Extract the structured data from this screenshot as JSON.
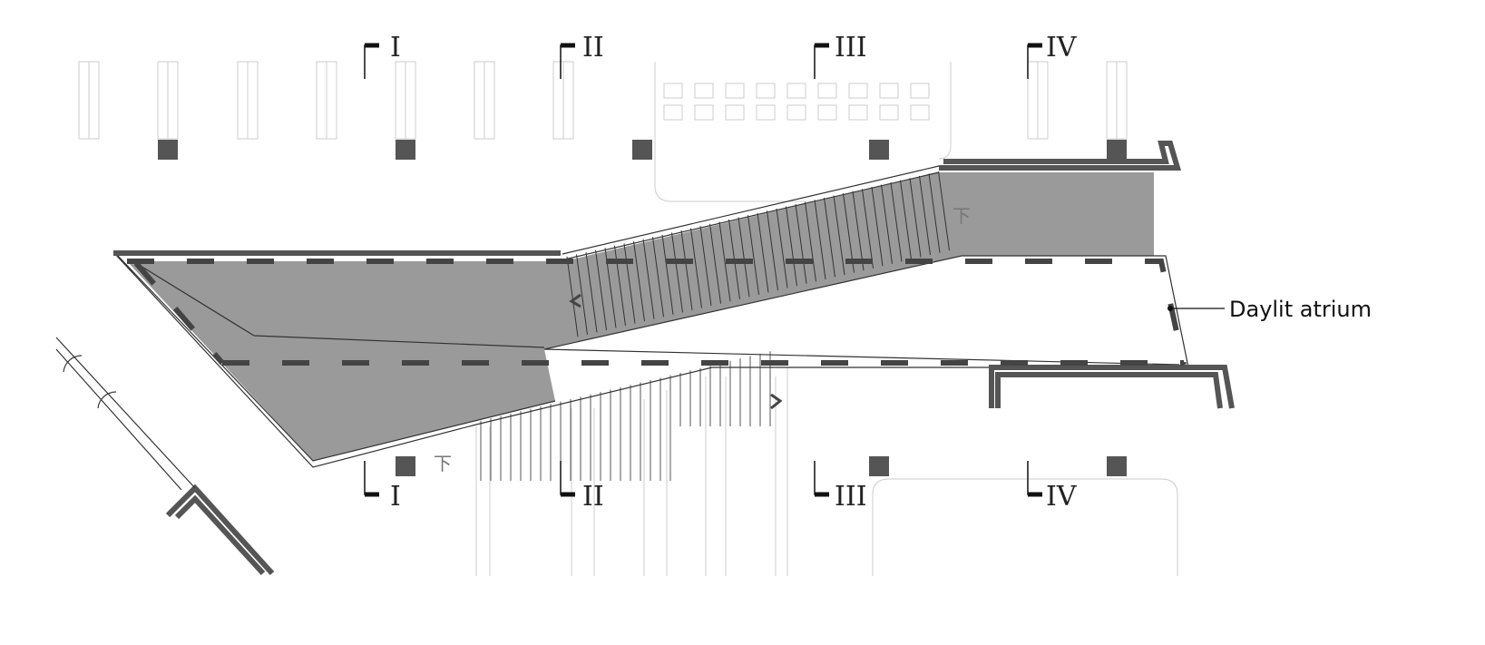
{
  "section_marks_top": [
    "I",
    "II",
    "III",
    "IV"
  ],
  "section_marks_bottom": [
    "I",
    "II",
    "III",
    "IV"
  ],
  "callout": {
    "label": "Daylit atrium"
  },
  "stair_down_labels": [
    "下",
    "下"
  ],
  "colors": {
    "void_fill": "#9a9a9a",
    "wall": "#555555",
    "furniture": "#cccccc"
  }
}
